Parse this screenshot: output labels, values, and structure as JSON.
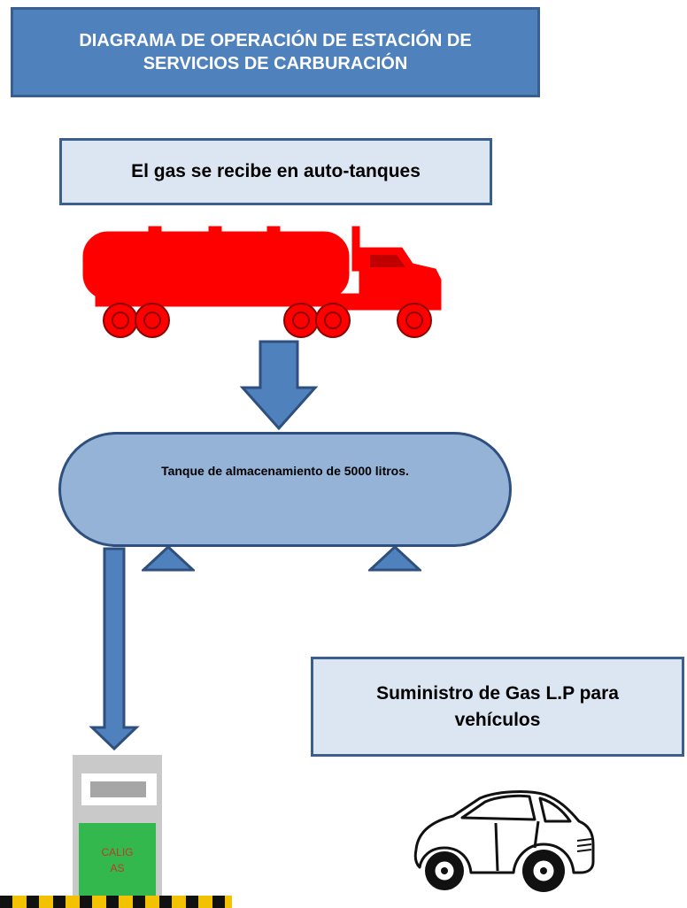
{
  "title": "DIAGRAMA DE OPERACIÓN DE ESTACIÓN DE SERVICIOS DE CARBURACIÓN",
  "steps": {
    "reception": "El gas se recibe en auto-tanques",
    "storage": "Tanque de almacenamiento de 5000 litros.",
    "supply": "Suministro de Gas L.P para vehículos"
  },
  "dispenser": {
    "brand": "CALIGAS"
  },
  "icons": {
    "truck": "tanker-truck-icon",
    "car": "car-icon",
    "arrow": "down-arrow-icon",
    "dispenser": "gas-dispenser-icon"
  },
  "colors": {
    "box_border": "#3a5f8f",
    "title_fill": "#4f81bd",
    "box_fill": "#dce6f2",
    "tank_fill": "#95b3d7",
    "arrow_fill": "#4f81bd",
    "truck": "#ff0000",
    "dispenser_green": "#33b84e",
    "dispenser_gray": "#c9c9c9"
  }
}
